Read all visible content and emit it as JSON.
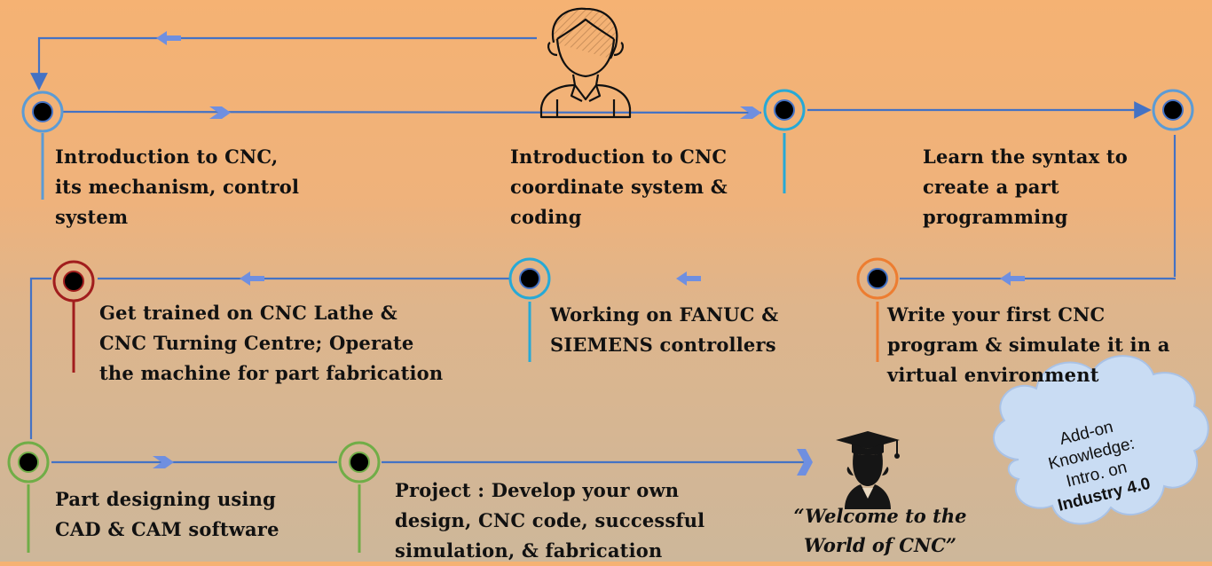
{
  "steps": [
    {
      "id": "intro",
      "color": "#5b9bd5",
      "lines": [
        "Introduction to CNC,",
        "its mechanism, control",
        "system"
      ]
    },
    {
      "id": "coord",
      "color": "#27a9d6",
      "lines": [
        "Introduction to CNC",
        "coordinate system &",
        "coding"
      ]
    },
    {
      "id": "syntax",
      "color": "#5b9bd5",
      "lines": [
        "Learn the syntax to",
        "create a part",
        "programming"
      ]
    },
    {
      "id": "first-program",
      "color": "#ed7d31",
      "lines": [
        "Write your first CNC",
        "program & simulate it in a",
        "virtual environment"
      ]
    },
    {
      "id": "controllers",
      "color": "#27a9d6",
      "lines": [
        "Working on FANUC &",
        "SIEMENS controllers"
      ]
    },
    {
      "id": "lathe",
      "color": "#a11d1d",
      "lines": [
        "Get trained on CNC Lathe &",
        "CNC Turning Centre; Operate",
        "the machine for part fabrication"
      ]
    },
    {
      "id": "cad-cam",
      "color": "#70ad47",
      "lines": [
        "Part designing using",
        "CAD & CAM software"
      ]
    },
    {
      "id": "project",
      "color": "#70ad47",
      "keyword": "Project",
      "lines": [
        " : Develop your own",
        "design, CNC code, successful",
        "simulation, & fabrication"
      ]
    }
  ],
  "welcome": {
    "lines": [
      "“Welcome to the",
      "World of CNC”"
    ]
  },
  "addon": {
    "lines": [
      "Add-on",
      "Knowledge:",
      "Intro. on"
    ],
    "bold_line": "Industry 4.0"
  },
  "icons": {
    "student": "student-icon",
    "graduate": "graduate-icon"
  },
  "colors": {
    "arrow": "#4472c4",
    "arrowhead": "#6f8fe0",
    "cloud": "#c9dcf3"
  }
}
